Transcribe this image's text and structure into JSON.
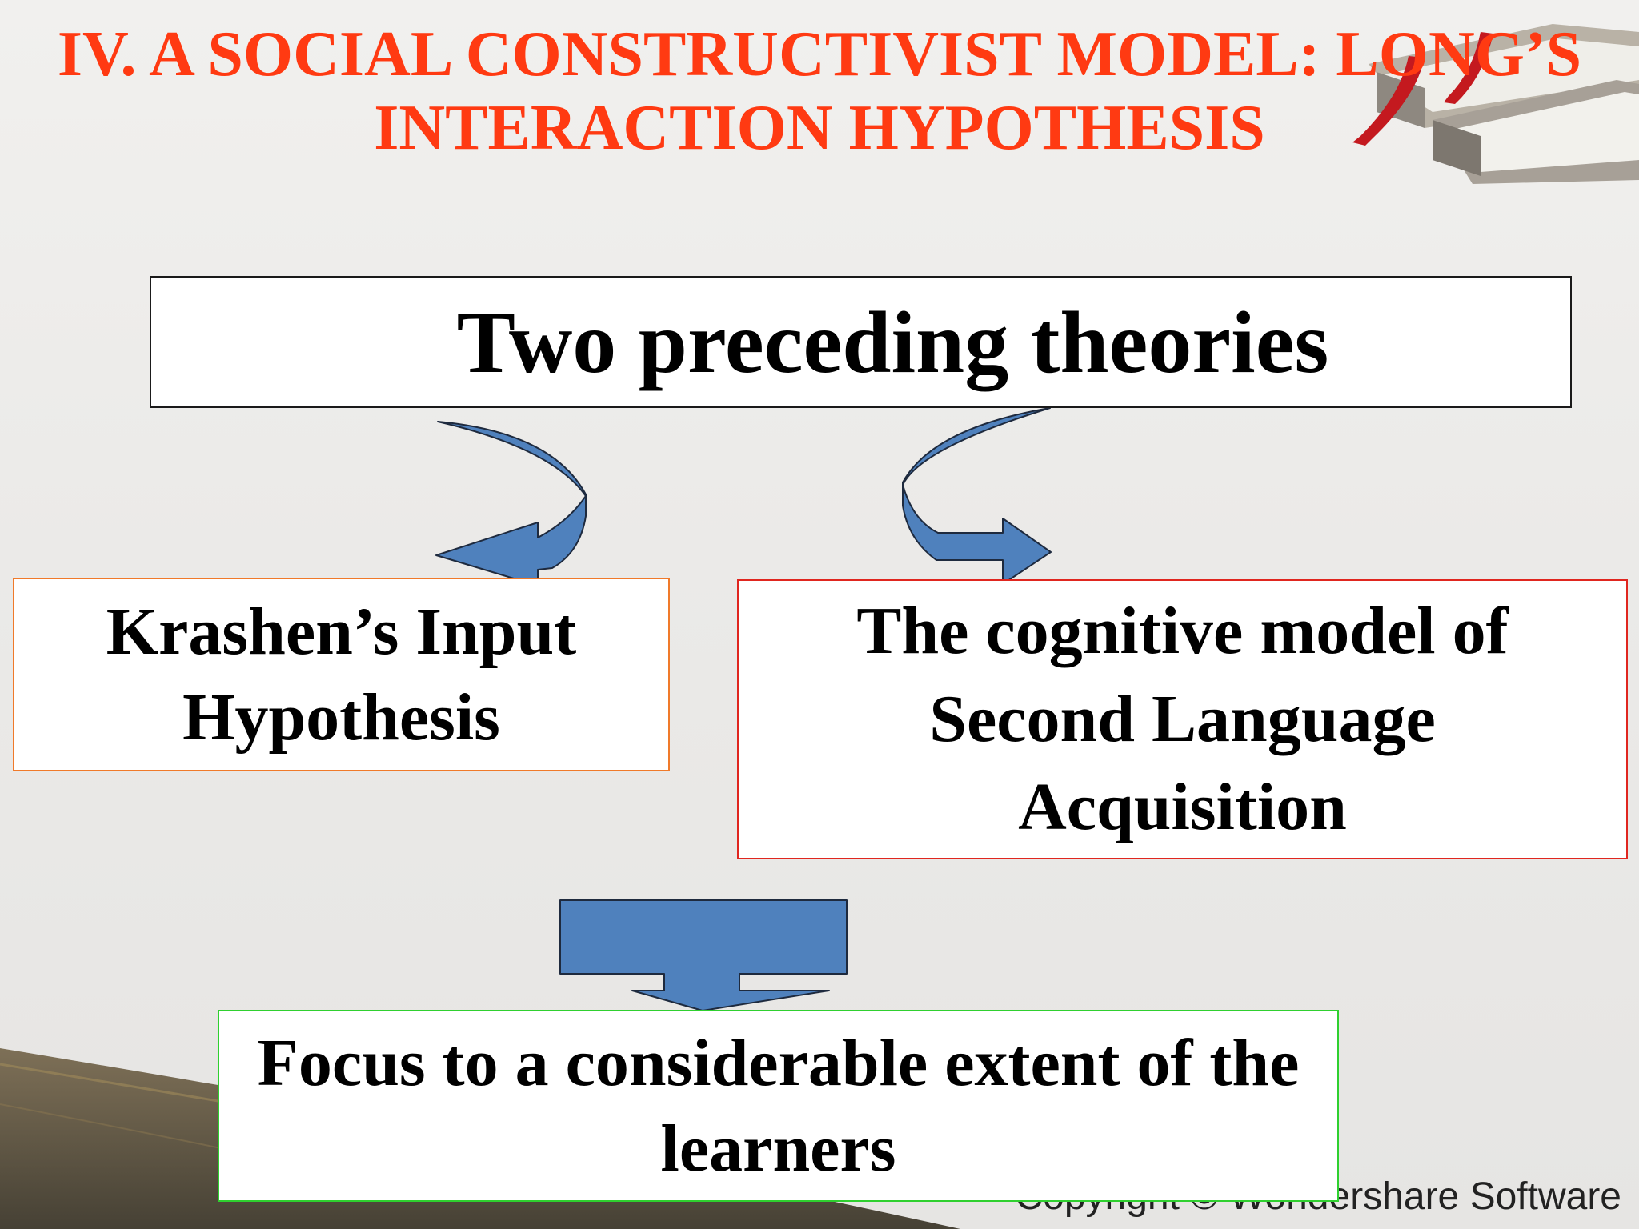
{
  "slide": {
    "title": "IV. A SOCIAL CONSTRUCTIVIST MODEL: LONG’S INTERACTION HYPOTHESIS",
    "title_color": "#ff3a12",
    "copyright": "Copyright © Wondershare Software"
  },
  "diagram": {
    "top_box": {
      "label": "Two preceding theories",
      "border_color": "#1a1a1a"
    },
    "left_box": {
      "label": "Krashen’s Input Hypothesis",
      "border_color": "#f07a2a"
    },
    "right_box": {
      "label": "The cognitive model of Second Language Acquisition",
      "border_color": "#e0261f"
    },
    "bottom_box": {
      "label": "Focus to a considerable extent of the learners",
      "border_color": "#2fd02f"
    },
    "arrow_color": "#4f81bd",
    "arrow_outline_color": "#1e2a3e",
    "arrows": [
      {
        "name": "curved-arrow-left",
        "from": "top_box",
        "to": "left_box"
      },
      {
        "name": "curved-arrow-right",
        "from": "top_box",
        "to": "right_box"
      },
      {
        "name": "down-arrow",
        "from": "right_box",
        "to": "bottom_box"
      }
    ]
  }
}
